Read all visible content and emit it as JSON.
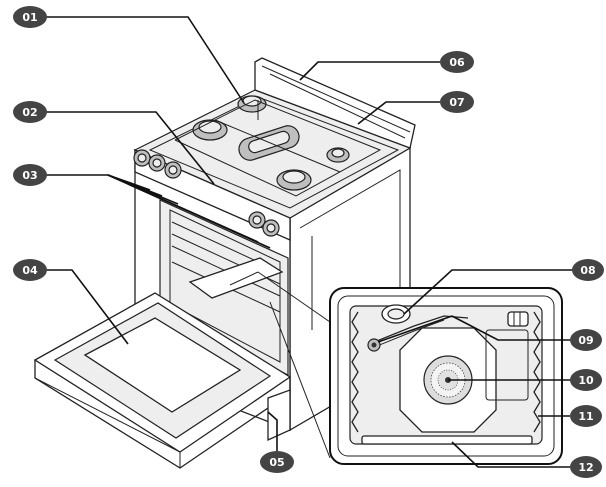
{
  "callouts": [
    {
      "num": "01",
      "part": "cooktop-burners"
    },
    {
      "num": "02",
      "part": "control-panel"
    },
    {
      "num": "03",
      "part": "control-knobs"
    },
    {
      "num": "04",
      "part": "oven-door"
    },
    {
      "num": "05",
      "part": "storage-drawer"
    },
    {
      "num": "06",
      "part": "back-guard"
    },
    {
      "num": "07",
      "part": "rear-vent"
    },
    {
      "num": "08",
      "part": "oven-light"
    },
    {
      "num": "09",
      "part": "meat-probe-jack"
    },
    {
      "num": "10",
      "part": "convection-fan"
    },
    {
      "num": "11",
      "part": "rack-supports"
    },
    {
      "num": "12",
      "part": "oven-cavity-floor"
    }
  ],
  "colors": {
    "badge": "#444444",
    "badge_text": "#ffffff",
    "line": "#111111",
    "background": "#ffffff"
  }
}
